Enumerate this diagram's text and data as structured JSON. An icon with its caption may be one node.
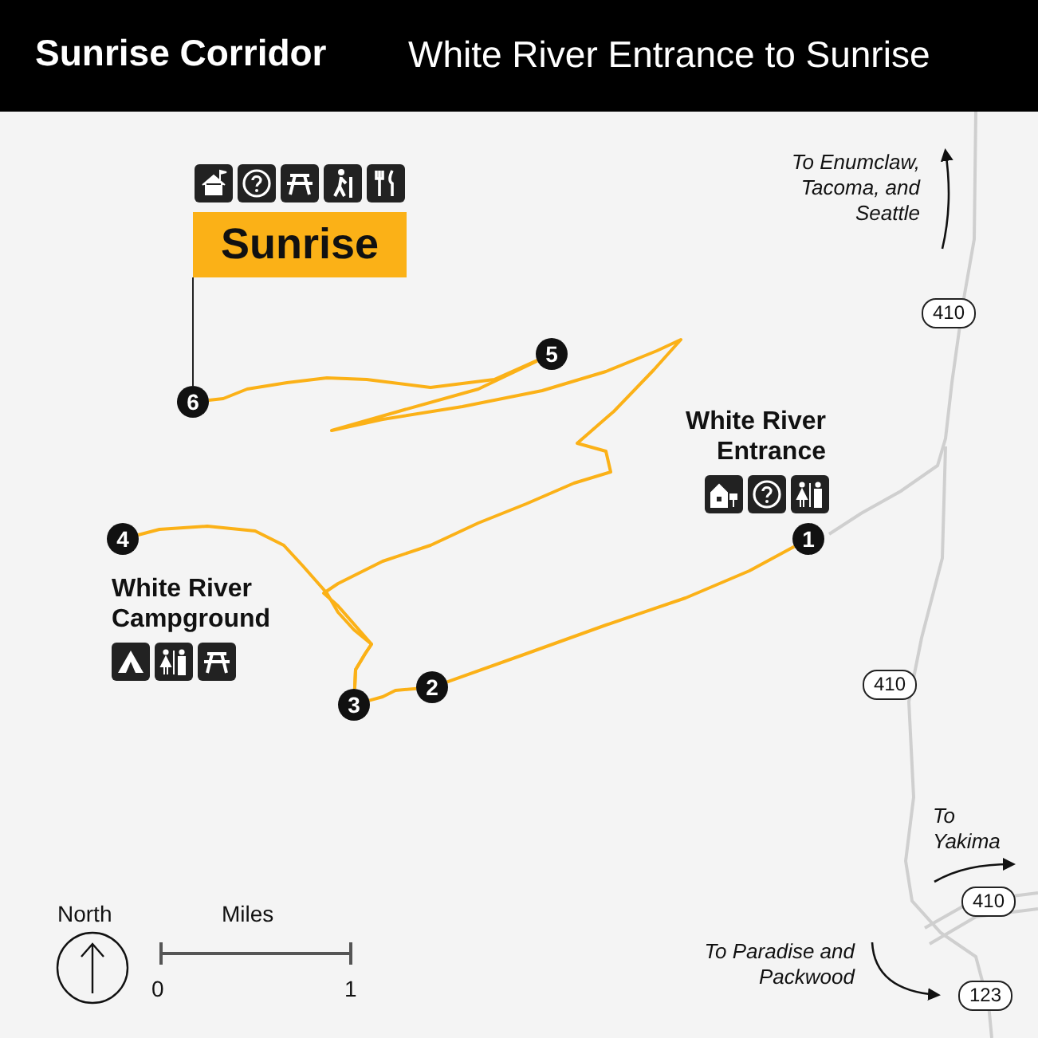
{
  "diagram": {
    "title": "Sunrise Corridor",
    "nodes": [
      {
        "text": [
          "Sunrise"
        ]
      },
      {
        "text": [
          "410"
        ]
      },
      {
        "text": [
          "5"
        ]
      },
      {
        "text": [
          "6"
        ]
      },
      {
        "text": [
          "1"
        ]
      },
      {
        "text": [
          "4"
        ]
      },
      {
        "text": [
          "2"
        ]
      },
      {
        "text": [
          "3"
        ]
      },
      {
        "text": [
          "410"
        ]
      },
      {
        "text": [
          "410"
        ]
      },
      {
        "text": [
          "123"
        ]
      }
    ],
    "edges": [
      {
        "from": 4,
        "to": 6,
        "arrow": "none"
      },
      {
        "from": 6,
        "to": 7,
        "arrow": "none"
      },
      {
        "from": 7,
        "to": 5,
        "arrow": "none"
      },
      {
        "from": 7,
        "to": 2,
        "arrow": "none"
      },
      {
        "from": 2,
        "to": 3,
        "arrow": "none"
      },
      {
        "from": 0,
        "to": 3,
        "arrow": "none",
        "color": "#222222"
      }
    ],
    "labels": [
      "White River Entrance to Sunrise",
      "To Enumclaw, Tacoma, and Seattle",
      "White River Entrance",
      "White River Campground",
      "To Yakima",
      "To Paradise and Packwood",
      "North",
      "Miles",
      "0",
      "1"
    ]
  }
}
